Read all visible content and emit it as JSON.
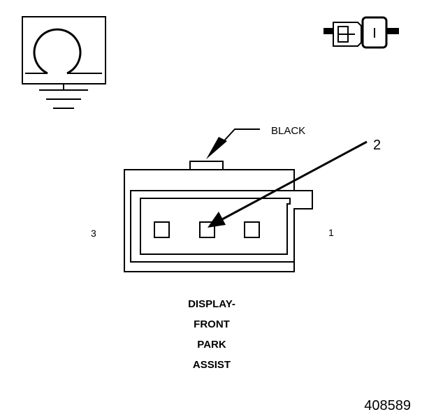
{
  "labels": {
    "wire_color": "BLACK",
    "pointer_number": "2",
    "pin_left": "3",
    "pin_right": "1",
    "title_lines": [
      "DISPLAY-",
      "FRONT",
      "PARK",
      "ASSIST"
    ],
    "figure_number": "408589"
  },
  "icons": {
    "component_symbol": "omega-ground-symbol-icon",
    "connector_symbol": "inline-connector-icon"
  },
  "colors": {
    "line": "#000000",
    "background": "#ffffff"
  }
}
